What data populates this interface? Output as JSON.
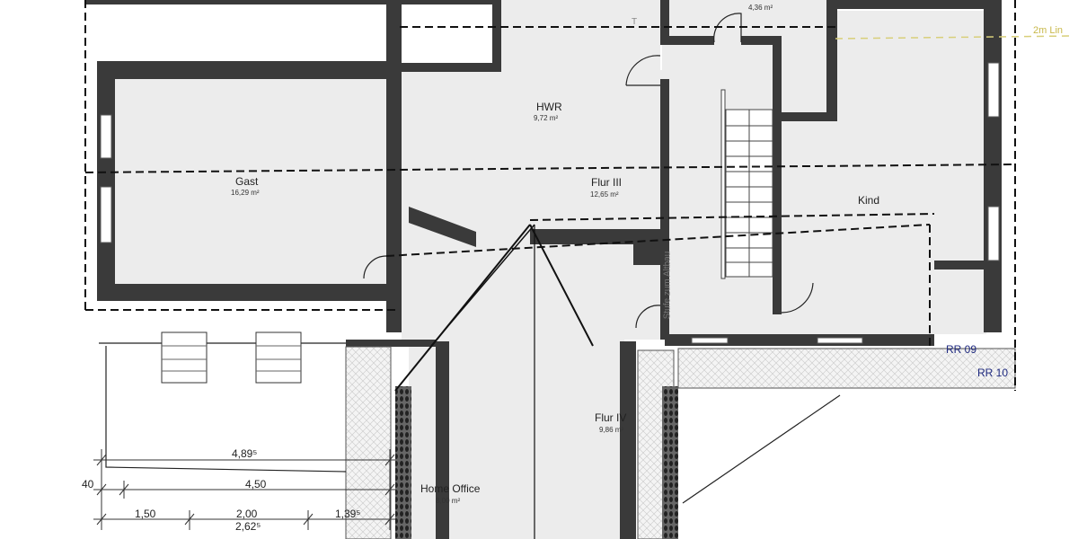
{
  "rooms": {
    "gast": {
      "name": "Gast",
      "area": "16,29 m²"
    },
    "hwr": {
      "name": "HWR",
      "area": "9,72 m²"
    },
    "flur3": {
      "name": "Flur III",
      "area": "12,65 m²"
    },
    "kind": {
      "name": "Kind"
    },
    "flur4": {
      "name": "Flur IV",
      "area": "9,86 m²"
    },
    "office": {
      "name": "Home Office",
      "area": "8,00 m²"
    },
    "small": {
      "area": "4,36 m²"
    },
    "t_mark": "T"
  },
  "annotations": {
    "step_label": "Stufe zum Altbau",
    "line_label": "2m Lin",
    "rr09": "RR 09",
    "rr10": "RR 10"
  },
  "dimensions": {
    "total": "4,89⁵",
    "d40": "40",
    "d450": "4,50",
    "d150": "1,50",
    "d200": "2,00",
    "d139": "1,39⁵",
    "d262": "2,62⁵"
  },
  "colors": {
    "wall": "#3a3a3a",
    "floor": "#ececec",
    "rr_text": "#1f2a80",
    "line_label": "#c8b84a"
  }
}
